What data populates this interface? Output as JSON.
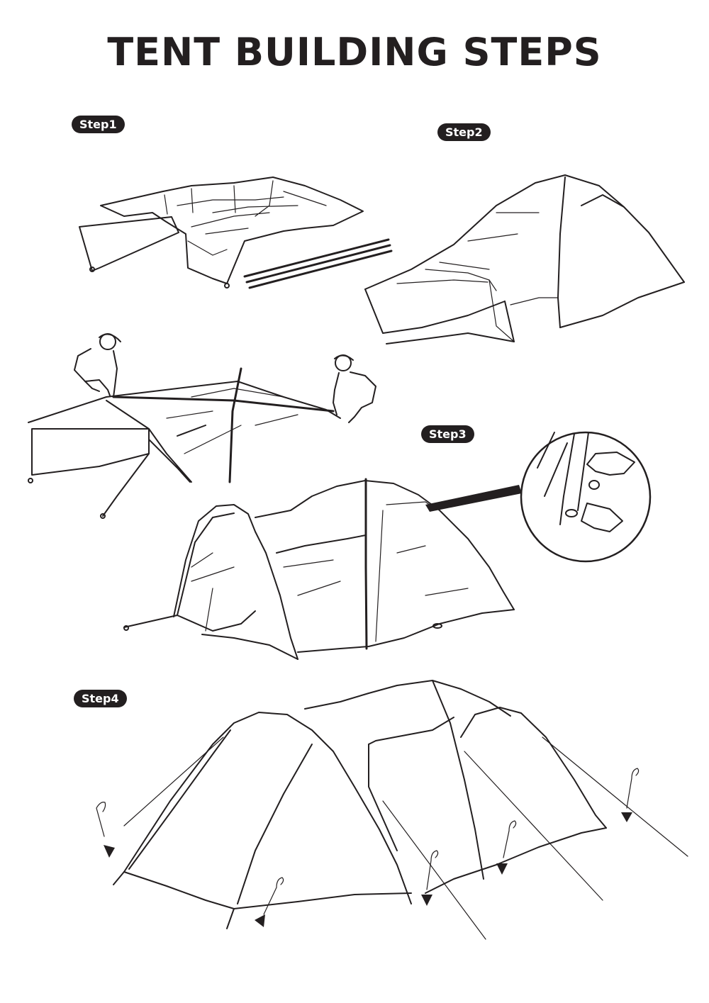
{
  "title": "TENT BUILDING STEPS",
  "steps": [
    {
      "label": "Step1"
    },
    {
      "label": "Step2"
    },
    {
      "label": "Step3"
    },
    {
      "label": "Step4"
    }
  ],
  "colors": {
    "ink": "#231f20",
    "background": "#ffffff"
  }
}
